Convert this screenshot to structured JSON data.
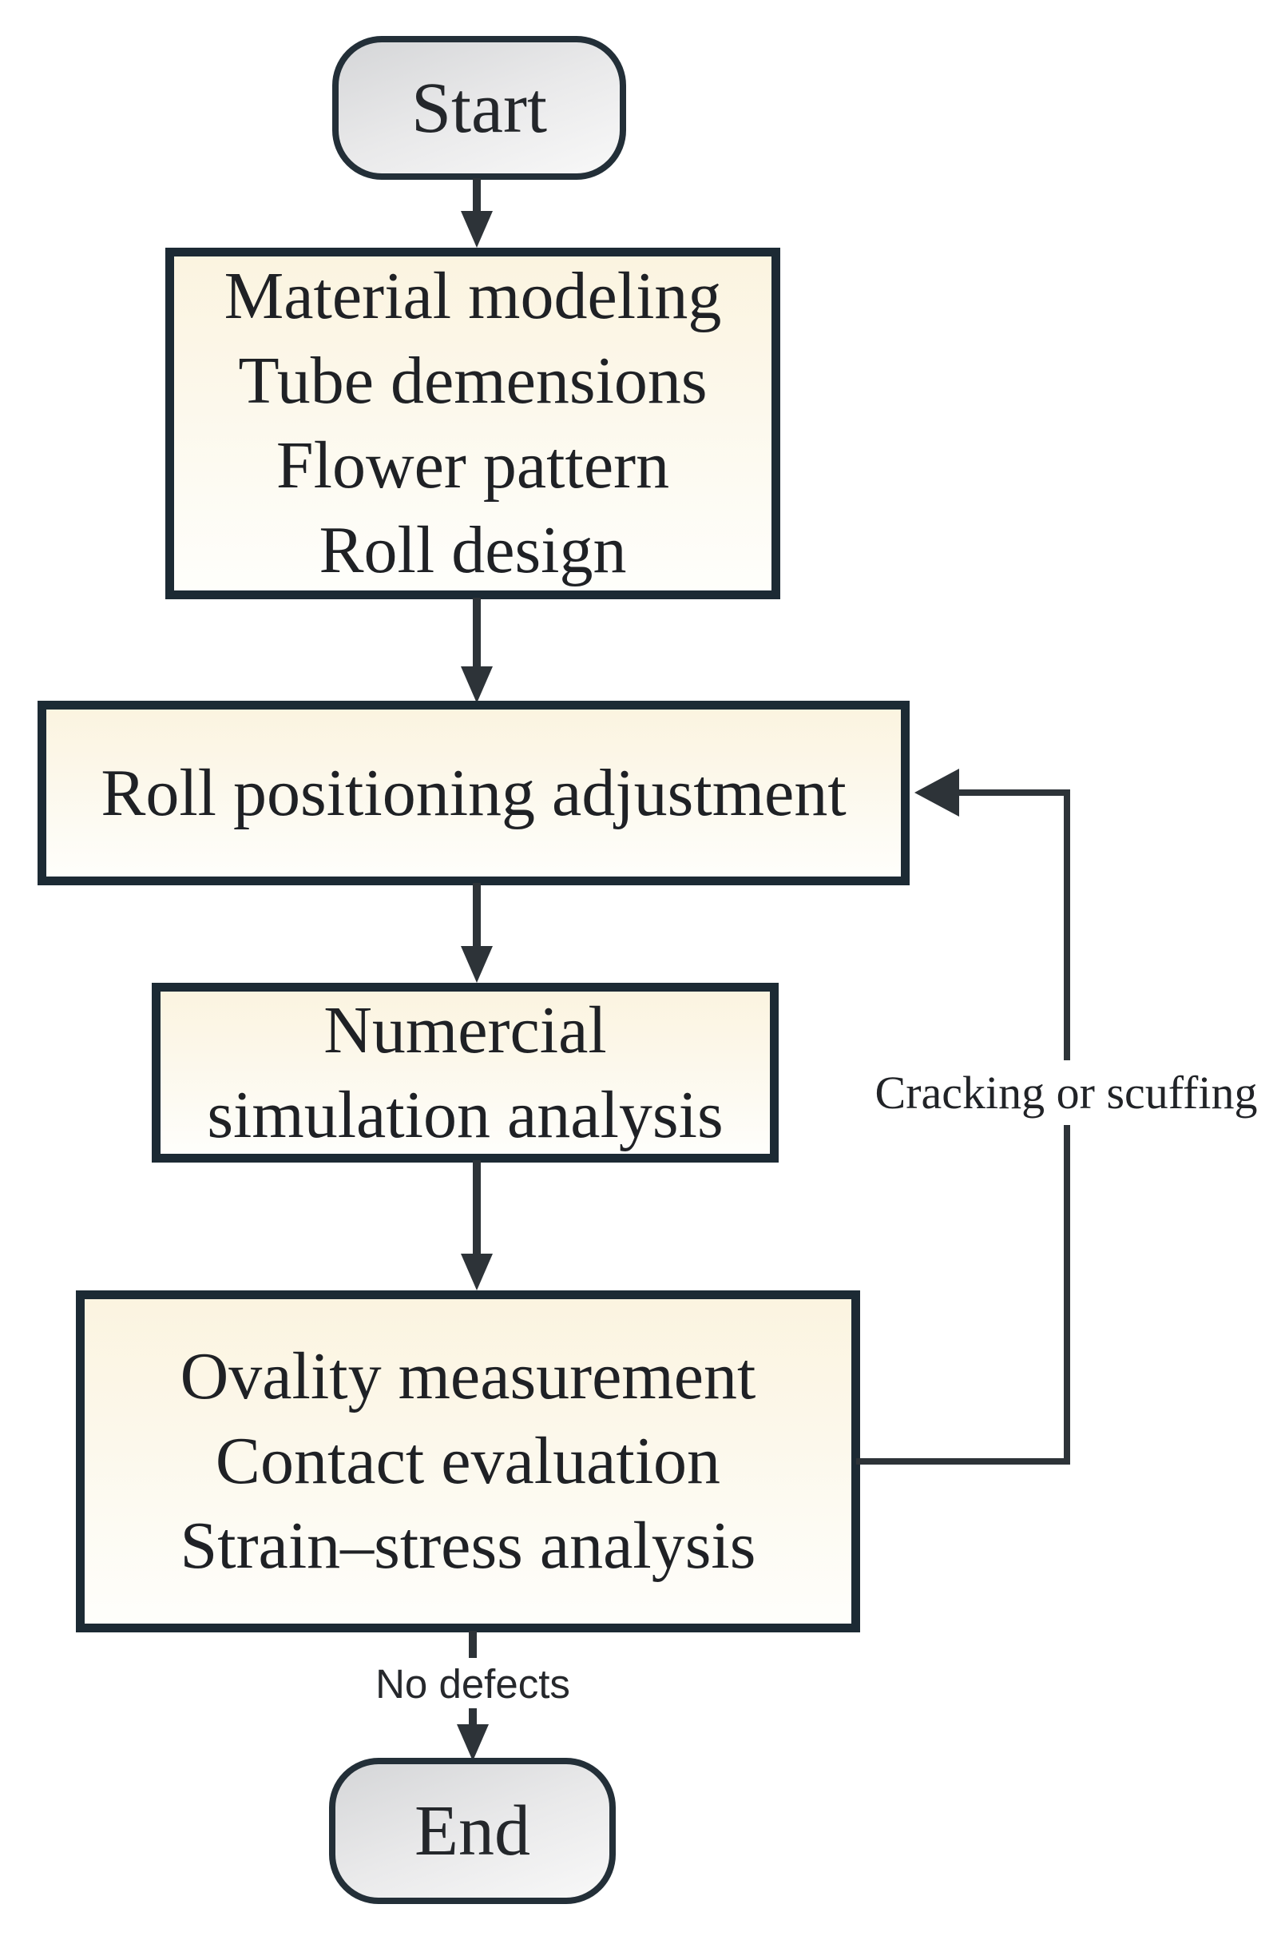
{
  "nodes": {
    "start": {
      "label": "Start"
    },
    "inputs": {
      "lines": [
        "Material modeling",
        "Tube demensions",
        "Flower pattern",
        "Roll design"
      ]
    },
    "roll_positioning": {
      "label": "Roll positioning adjustment"
    },
    "simulation": {
      "lines": [
        "Numercial",
        "simulation analysis"
      ]
    },
    "evaluation": {
      "lines": [
        "Ovality measurement",
        "Contact evaluation",
        "Strain–stress analysis"
      ]
    },
    "end": {
      "label": "End"
    }
  },
  "edges": {
    "no_defects_label": "No defects",
    "cracking_label": "Cracking or scuffing"
  },
  "colors": {
    "box_border": "#1c2a34",
    "box_fill_top": "#fbf4e0",
    "box_fill_bottom": "#fefefb",
    "stadium_border": "#232f38",
    "stadium_fill_top": "#d5d6d8",
    "stadium_fill_bottom": "#f8f8f8",
    "connector": "#2d3338",
    "text": "#1f2125",
    "background": "#ffffff"
  }
}
